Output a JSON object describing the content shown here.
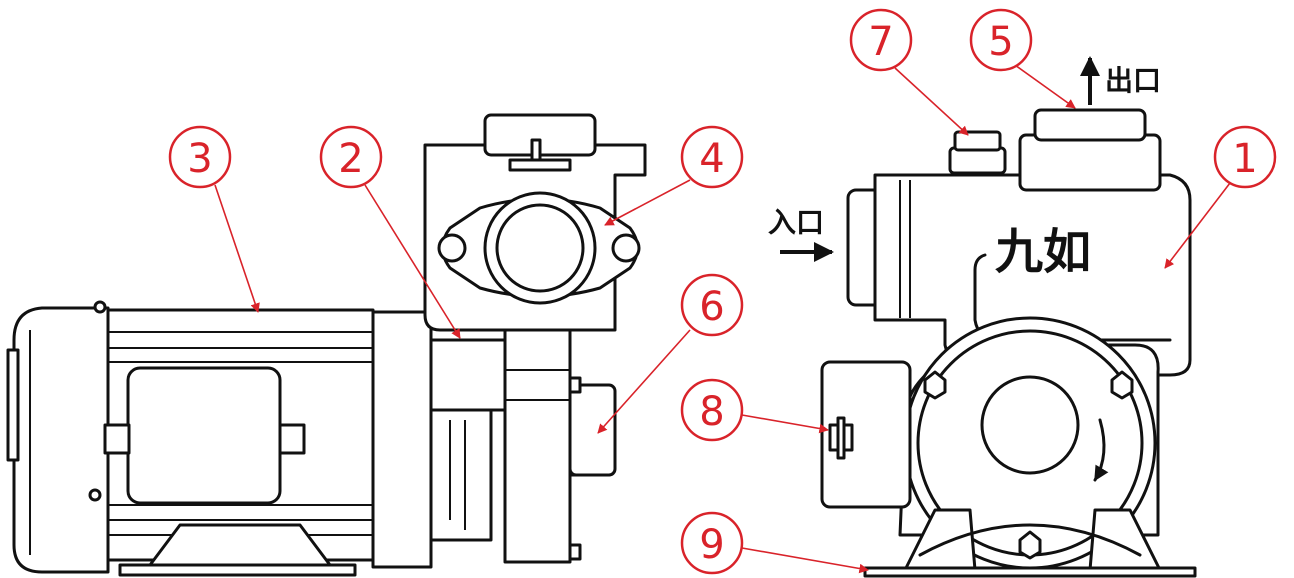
{
  "callouts": [
    "1",
    "2",
    "3",
    "4",
    "5",
    "6",
    "7",
    "8",
    "9"
  ],
  "labels": {
    "outlet": "出口",
    "inlet": "入口",
    "brand": "九如"
  },
  "colors": {
    "callout": "#d9232a",
    "line": "#111111",
    "background": "#ffffff"
  }
}
